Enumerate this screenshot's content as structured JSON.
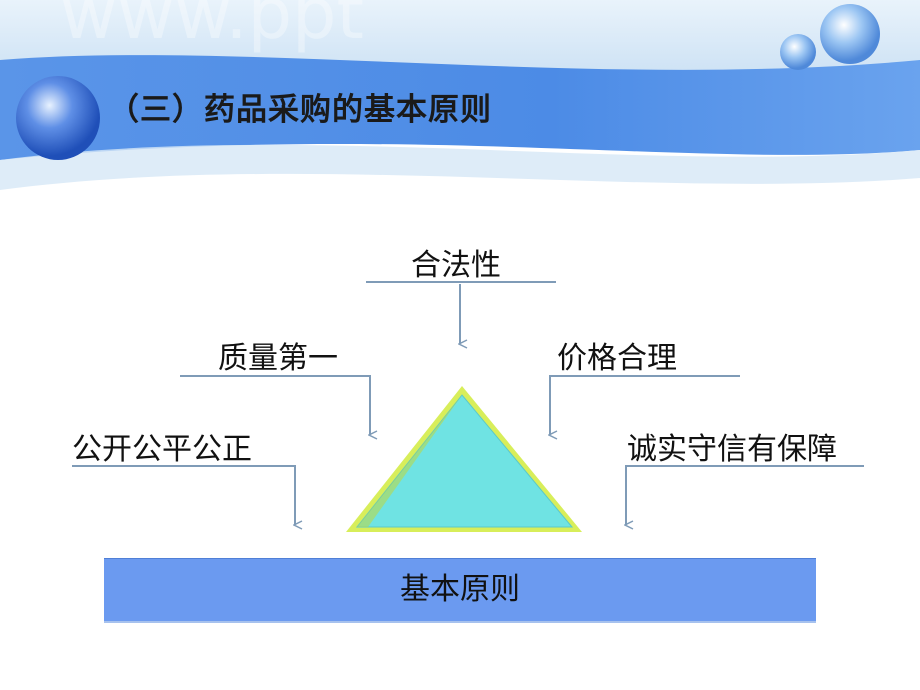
{
  "header": {
    "title": "（三）药品采购的基本原则",
    "watermark": "www.ppt"
  },
  "colors": {
    "header_band": "#4c8be6",
    "bar": "#6b9af0",
    "triangle_fill": "#6fe3e3",
    "triangle_edge": "#d8ee5a",
    "arrow": "#7f9bb7"
  },
  "diagram": {
    "top": "合法性",
    "upper_left": "质量第一",
    "upper_right": "价格合理",
    "lower_left": "公开公平公正",
    "lower_right": "诚实守信有保障",
    "base": "基本原则"
  }
}
